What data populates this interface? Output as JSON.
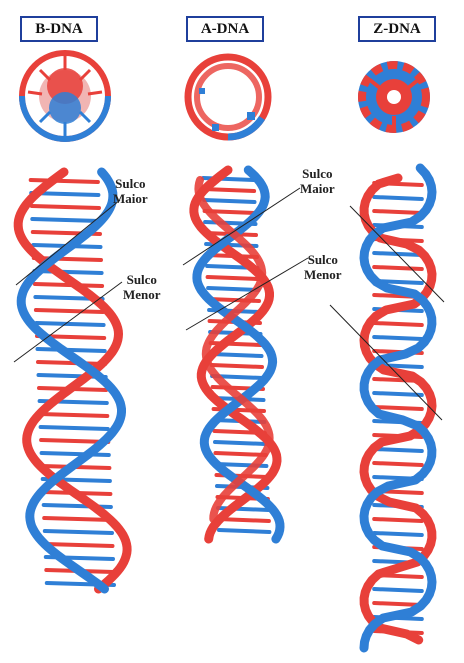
{
  "titles": {
    "b_dna": "B-DNA",
    "a_dna": "A-DNA",
    "z_dna": "Z-DNA"
  },
  "labels": {
    "b_major": [
      "Sulco",
      "Maior"
    ],
    "b_minor": [
      "Sulco",
      "Menor"
    ],
    "a_major": [
      "Sulco",
      "Maior"
    ],
    "a_minor": [
      "Sulco",
      "Menor"
    ]
  },
  "colors": {
    "strand_red": "#e8403a",
    "strand_blue": "#2f7fd6",
    "outline": "#1f3f9c"
  }
}
